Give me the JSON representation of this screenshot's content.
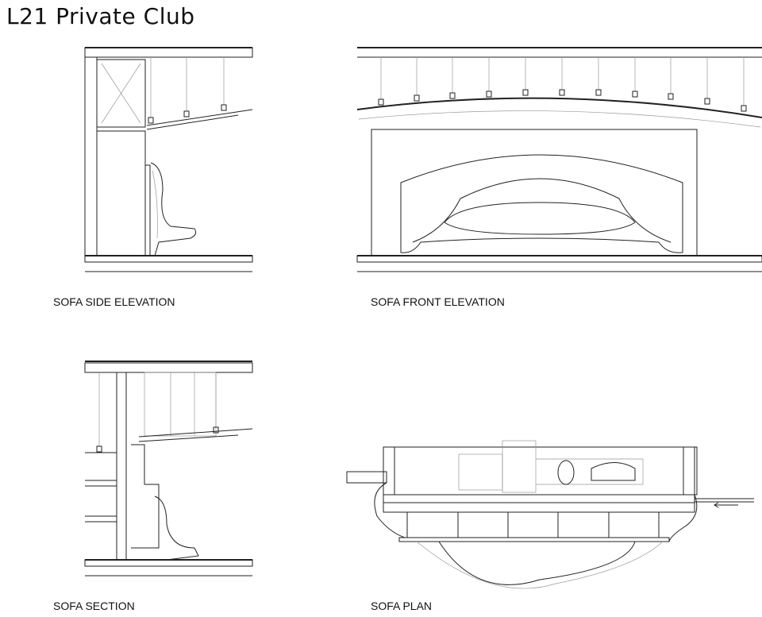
{
  "title": "L21 Private Club",
  "drawings": [
    {
      "label": "SOFA SIDE ELEVATION"
    },
    {
      "label": "SOFA FRONT ELEVATION"
    },
    {
      "label": "SOFA SECTION"
    },
    {
      "label": "SOFA PLAN"
    }
  ]
}
